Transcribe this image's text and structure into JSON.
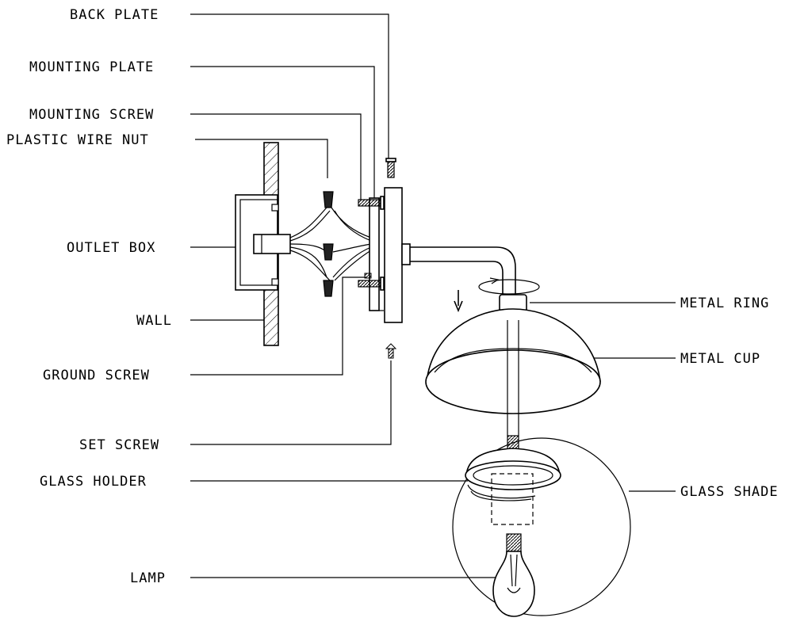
{
  "labels": {
    "back_plate": "BACK PLATE",
    "mounting_plate": "MOUNTING PLATE",
    "mounting_screw": "MOUNTING SCREW",
    "plastic_wire_nut": "PLASTIC WIRE NUT",
    "outlet_box": "OUTLET BOX",
    "wall": "WALL",
    "ground_screw": "GROUND SCREW",
    "set_screw": "SET SCREW",
    "glass_holder": "GLASS HOLDER",
    "lamp": "LAMP",
    "metal_ring": "METAL RING",
    "metal_cup": "METAL CUP",
    "glass_shade": "GLASS SHADE"
  },
  "colors": {
    "line": "#000000",
    "background": "#ffffff",
    "hatch": "#000000"
  }
}
